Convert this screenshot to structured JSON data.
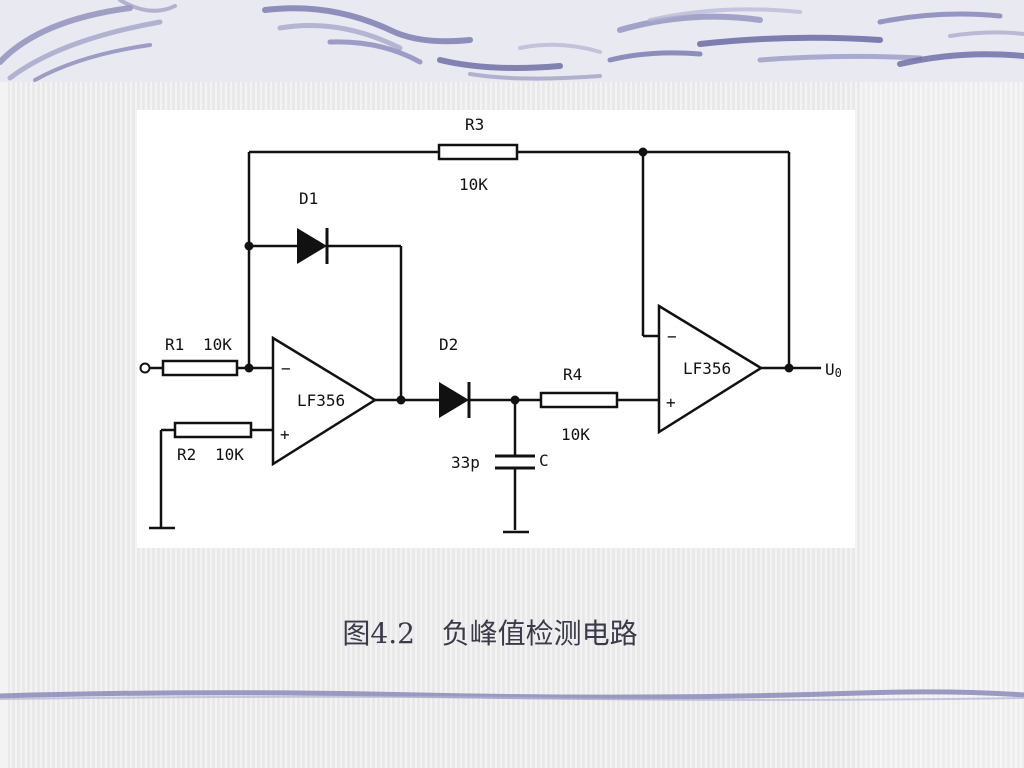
{
  "diagram": {
    "components": {
      "r1": {
        "name": "R1",
        "value": "10K"
      },
      "r2": {
        "name": "R2",
        "value": "10K"
      },
      "r3": {
        "name": "R3",
        "value": "10K"
      },
      "r4": {
        "name": "R4",
        "value": "10K"
      },
      "d1": {
        "name": "D1"
      },
      "d2": {
        "name": "D2"
      },
      "c": {
        "name": "C",
        "value": "33p"
      },
      "opamp1": {
        "label": "LF356",
        "minus": "−",
        "plus": "+"
      },
      "opamp2": {
        "label": "LF356",
        "minus": "−",
        "plus": "+"
      },
      "output": {
        "label": "U",
        "subscript": "0"
      }
    }
  },
  "caption": {
    "figure": "图4.2",
    "title": "负峰值检测电路"
  },
  "colors": {
    "wire": "#111111",
    "caption": "#3a3a4a",
    "decor": "#6f6fa8"
  }
}
